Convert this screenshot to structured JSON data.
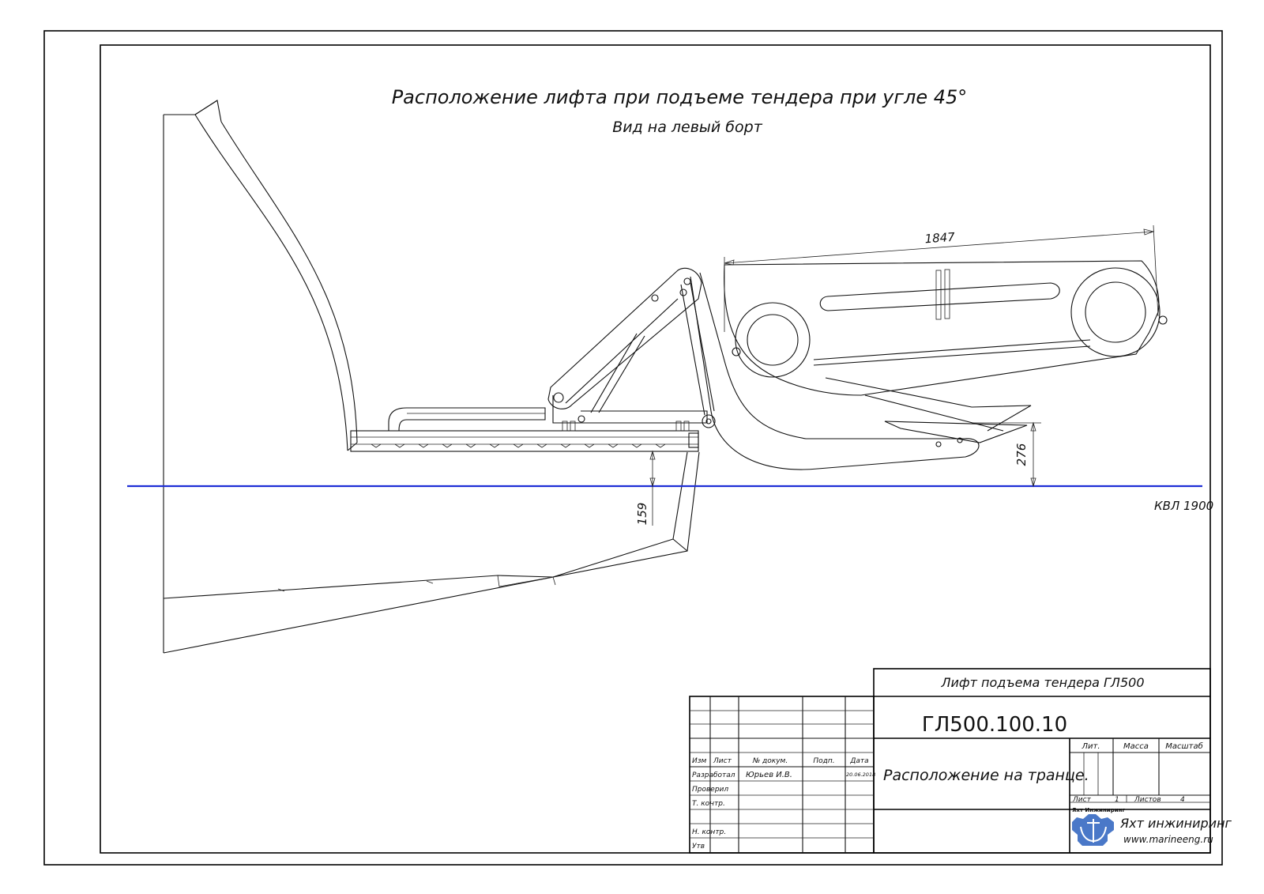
{
  "drawing": {
    "title": "Расположение лифта при подъеме тендера при угле 45°",
    "subtitle": "Вид на левый борт",
    "waterline_label": "КВЛ 1900",
    "dimensions": {
      "length": "1847",
      "height_tender": "276",
      "height_platform": "159"
    },
    "colors": {
      "waterline": "#1f2fd6",
      "lines": "#111111"
    }
  },
  "title_block": {
    "product_name": "Лифт подъема тендера ГЛ500",
    "designation": "ГЛ500.100.10",
    "sheet_name": "Расположение на транце.",
    "headers": {
      "izm": "Изм",
      "list": "Лист",
      "doc_no": "№ докум.",
      "sign": "Подп.",
      "date": "Дата"
    },
    "roles": {
      "developed": "Разработал",
      "checked": "Проверил",
      "tech_control": "Т. контр.",
      "norm_control": "Н. контр.",
      "approved": "Утв"
    },
    "developer_name": "Юрьев И.В.",
    "developer_date": "20.06.2018",
    "lit_label": "Лит.",
    "mass_label": "Масса",
    "scale_label": "Масштаб",
    "sheet_label": "Лист",
    "sheet_no": "1",
    "sheets_label": "Листов",
    "sheets_total": "4",
    "company_logo_text": "Яхт Инжиниринг",
    "company_name": "Яхт инжиниринг",
    "company_site": "www.marineeng.ru",
    "logo_color": "#4a78c8"
  }
}
